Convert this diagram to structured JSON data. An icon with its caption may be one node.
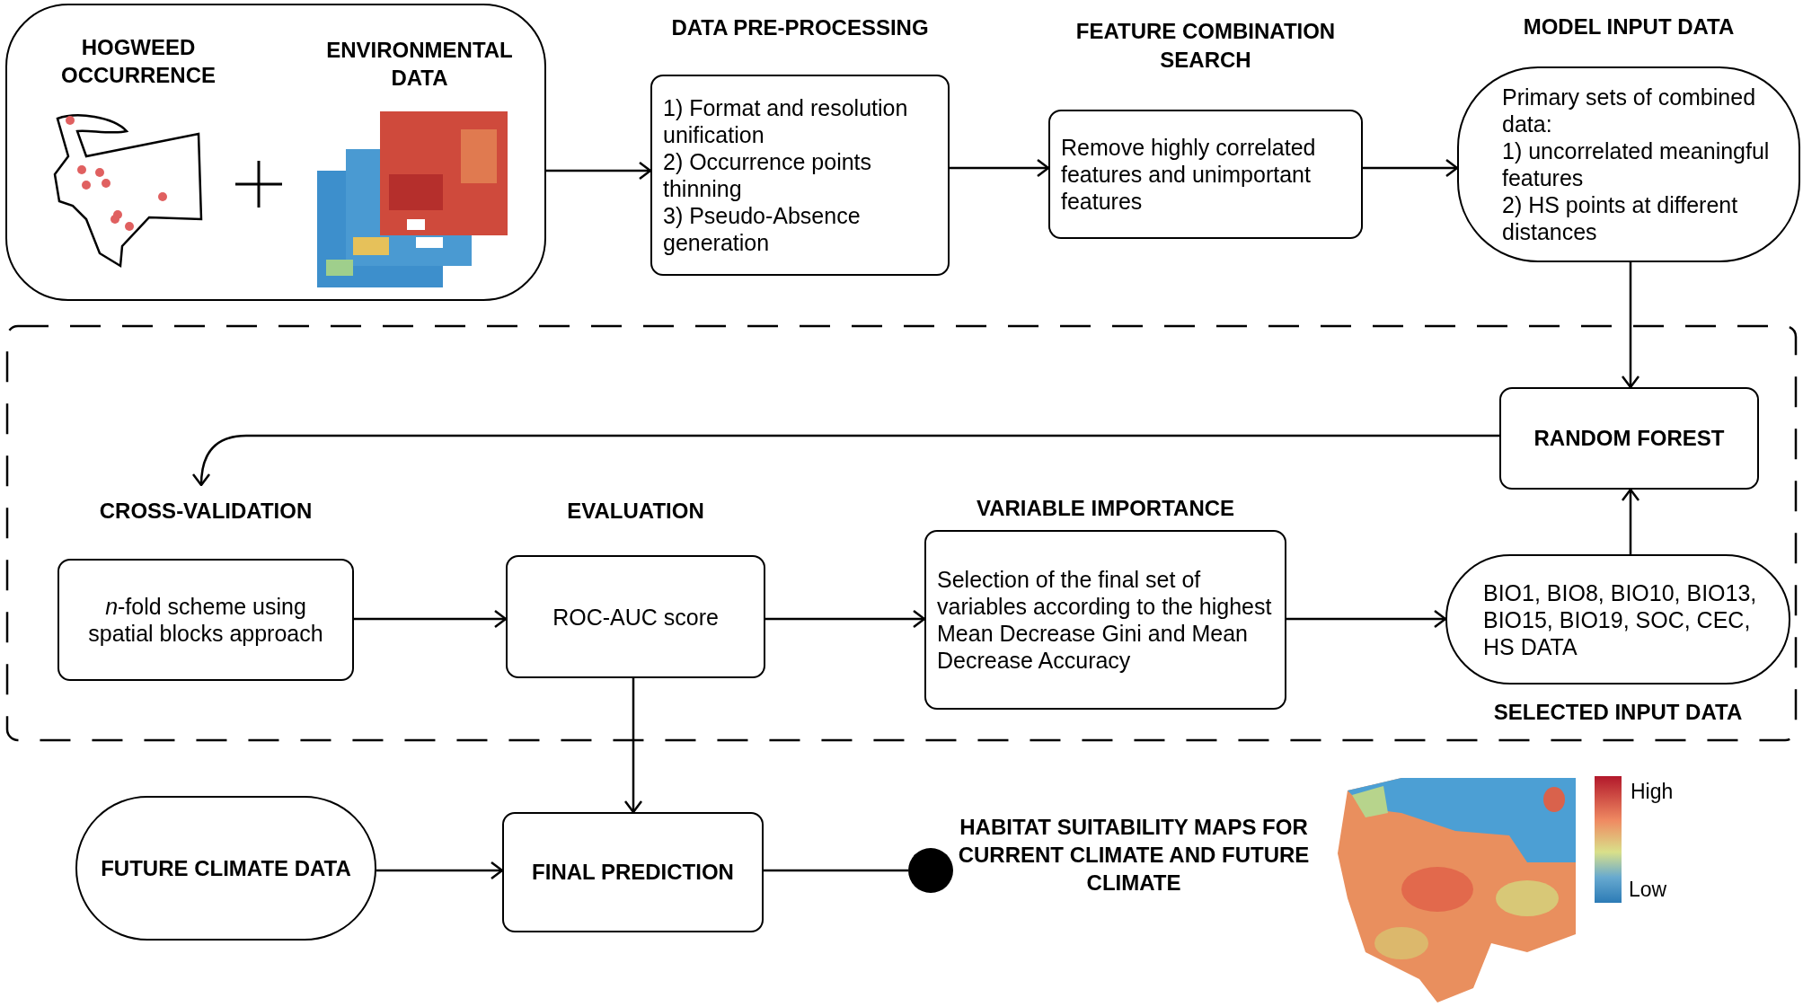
{
  "diagram": {
    "nodes": [
      {
        "text": [],
        "shape": "box"
      },
      {
        "text": [
          "HOGWEED OCCURRENCE"
        ],
        "in": 0
      },
      {
        "text": [
          "ENVIRONMENTAL DATA"
        ],
        "in": 0
      },
      {
        "text": [
          "DATA PRE-PROCESSING",
          "1) Format and resolution unification",
          "2) Occurrence points thinning",
          "3) Pseudo-Absence generation"
        ]
      },
      {
        "text": [
          "FEATURE COMBINATION SEARCH",
          "Remove highly correlated features and unimportant features"
        ]
      },
      {
        "text": [
          "MODEL INPUT DATA",
          "Primary sets of combined data:",
          "1) uncorrelated meaningful features",
          "2) HS points at different distances"
        ]
      },
      {
        "text": [],
        "shape": "box"
      },
      {
        "text": [
          "RANDOM FOREST"
        ],
        "in": 6
      },
      {
        "text": [
          "CROSS-VALIDATION",
          "*n*-fold scheme using spatial blocks approach"
        ],
        "in": 6
      },
      {
        "text": [
          "EVALUATION",
          "ROC-AUC score"
        ],
        "in": 6
      },
      {
        "text": [
          "VARIABLE IMPORTANCE",
          "Selection of the final set of variables according to the highest Mean Decrease Gini and Mean Decrease Accuracy"
        ],
        "in": 6
      },
      {
        "text": [
          "BIO1, BIO8, BIO10, BIO13,  BIO15,  BIO19, SOC, CEC, HS DATA"
        ],
        "beside": [
          "SELECTED INPUT DATA"
        ],
        "in": 6
      },
      {
        "text": [
          "FUTURE CLIMATE DATA"
        ]
      },
      {
        "text": [
          "FINAL PREDICTION"
        ]
      },
      {
        "text": [],
        "shape": "circle"
      }
    ],
    "edges": [
      {
        "from": 0,
        "to": 3,
        "arrow": "to"
      },
      {
        "from": 3,
        "to": 4,
        "arrow": "to"
      },
      {
        "from": 4,
        "to": 5,
        "arrow": "to"
      },
      {
        "from": 5,
        "to": 7,
        "arrow": "to"
      },
      {
        "from": 7,
        "to": 8,
        "arrow": "to"
      },
      {
        "from": 8,
        "to": 9,
        "arrow": "to"
      },
      {
        "from": 9,
        "to": 10,
        "arrow": "to"
      },
      {
        "from": 10,
        "to": 11,
        "arrow": "to"
      },
      {
        "from": 11,
        "to": 7,
        "arrow": "to"
      },
      {
        "from": 9,
        "to": 13,
        "arrow": "to"
      },
      {
        "from": 12,
        "to": 13,
        "arrow": "to"
      },
      {
        "from": 13,
        "to": 14,
        "arrow": "none"
      }
    ],
    "labels": [
      "HABITAT SUITABILITY MAPS FOR CURRENT CLIMATE AND FUTURE CLIMATE",
      "High",
      "Low"
    ]
  }
}
